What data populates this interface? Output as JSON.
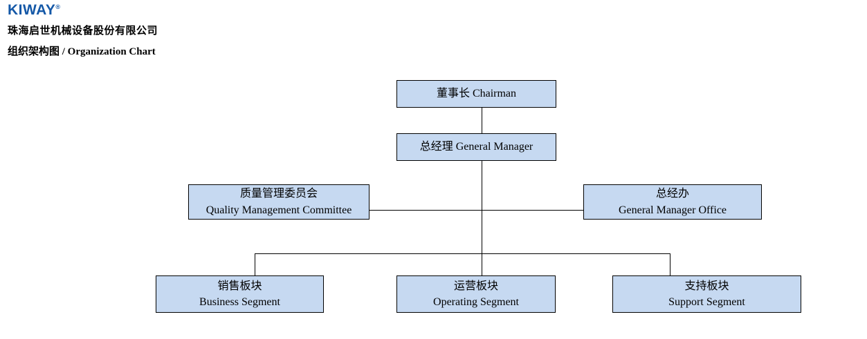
{
  "header": {
    "logo_text": "KIWAY",
    "logo_mark": "®",
    "company_name": "珠海启世机械设备股份有限公司",
    "doc_title": "组织架构图 / Organization Chart"
  },
  "colors": {
    "node_fill": "#C6D9F1",
    "node_border": "#000000",
    "connector": "#000000",
    "logo_blue": "#1458A7"
  },
  "nodes": {
    "chairman": {
      "line1": "董事长 Chairman"
    },
    "general_manager": {
      "line1": "总经理 General Manager"
    },
    "quality_committee": {
      "line1": "质量管理委员会",
      "line2": "Quality Management Committee"
    },
    "gm_office": {
      "line1": "总经办",
      "line2": "General Manager Office"
    },
    "business_segment": {
      "line1": "销售板块",
      "line2": "Business Segment"
    },
    "operating_segment": {
      "line1": "运营板块",
      "line2": "Operating Segment"
    },
    "support_segment": {
      "line1": "支持板块",
      "line2": "Support Segment"
    }
  },
  "edges": [
    {
      "from": "chairman",
      "to": "general_manager"
    },
    {
      "from": "general_manager",
      "to": "quality_committee"
    },
    {
      "from": "general_manager",
      "to": "gm_office"
    },
    {
      "from": "general_manager",
      "to": "business_segment"
    },
    {
      "from": "general_manager",
      "to": "operating_segment"
    },
    {
      "from": "general_manager",
      "to": "support_segment"
    }
  ]
}
